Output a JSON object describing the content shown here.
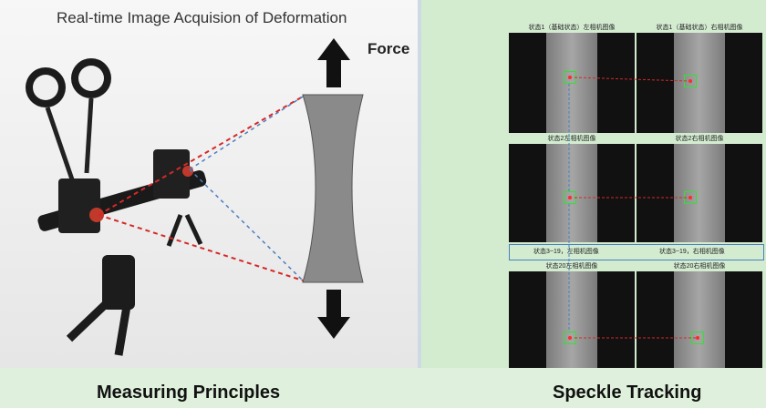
{
  "left": {
    "title": "Real-time Image Acquision of Deformation",
    "force_label": "Force",
    "caption": "Measuring Principles"
  },
  "right": {
    "caption": "Speckle Tracking",
    "cells": [
      {
        "title": "状态1（基础状态）左相机图像"
      },
      {
        "title": "状态1（基础状态）右相机图像"
      },
      {
        "title": "状态2左相机图像"
      },
      {
        "title": "状态2右相机图像"
      },
      {
        "title": "状态20左相机图像"
      },
      {
        "title": "状态20右相机图像"
      }
    ],
    "mid_left": "状态3~19，左相机图像",
    "mid_right": "状态3~19，右相机图像"
  },
  "colors": {
    "accent_red": "#d62828",
    "accent_blue": "#4a7fbf",
    "box_green": "#33e033"
  }
}
